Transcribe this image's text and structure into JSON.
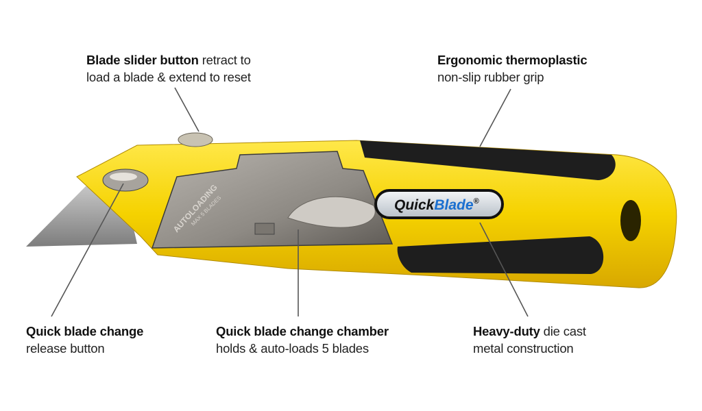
{
  "callouts": [
    {
      "bold": "Blade slider button",
      "rest": " retract to",
      "line2": "load a blade & extend to reset"
    },
    {
      "bold": "Ergonomic thermoplastic",
      "rest": "",
      "line2": "non-slip rubber grip"
    },
    {
      "bold": "Quick blade change",
      "rest": "",
      "line2": "release button"
    },
    {
      "bold": "Quick blade change chamber",
      "rest": "",
      "line2": "holds & auto-loads 5 blades"
    },
    {
      "bold": "Heavy-duty",
      "rest": " die cast",
      "line2": "metal construction"
    }
  ],
  "product": {
    "brand_part1": "Quick",
    "brand_part2": "Blade",
    "brand_mark": "®",
    "chamber_text1": "AUTOLOADING",
    "chamber_text2": "MAX 5 BLADES"
  },
  "colors": {
    "body": "#f5d200",
    "grip": "#1e1e1e",
    "metal": "#9a9690",
    "brand_blue": "#1a6fd0"
  }
}
